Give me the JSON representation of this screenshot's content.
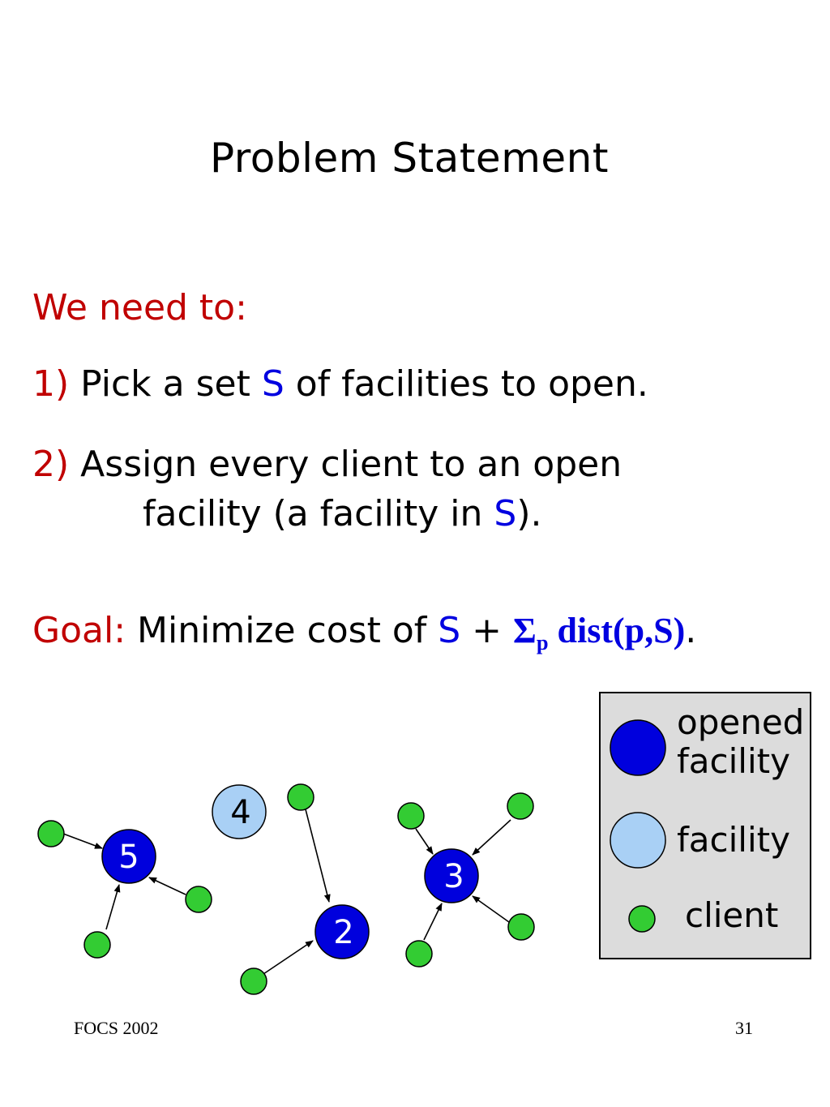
{
  "title": "Problem Statement",
  "intro": "We need to:",
  "steps": [
    {
      "num": "1)",
      "pre": "Pick a set ",
      "set": "S",
      "post": " of facilities to open."
    },
    {
      "num": "2)",
      "pre": "Assign every client to an open",
      "pre2": "facility (a facility in ",
      "set": "S",
      "post": ")."
    }
  ],
  "goal": {
    "label": "Goal:",
    "text": "Minimize cost of ",
    "set": "S",
    "plus": " + ",
    "sigma": "Σ",
    "sub": "p",
    "dist": " dist(p,S)",
    "end": "."
  },
  "legend": {
    "opened": [
      "opened",
      "facility"
    ],
    "facility": "facility",
    "client": "client"
  },
  "diagram": {
    "facilities": [
      {
        "label": "5",
        "opened": true
      },
      {
        "label": "4",
        "opened": false
      },
      {
        "label": "2",
        "opened": true
      },
      {
        "label": "3",
        "opened": true
      }
    ]
  },
  "colors": {
    "opened": "#0000dd",
    "facility": "#a9d0f5",
    "client": "#33cc33",
    "accent_red": "#c00000",
    "accent_blue": "#0000e0"
  },
  "footer": {
    "left": "FOCS 2002",
    "right": "31"
  }
}
